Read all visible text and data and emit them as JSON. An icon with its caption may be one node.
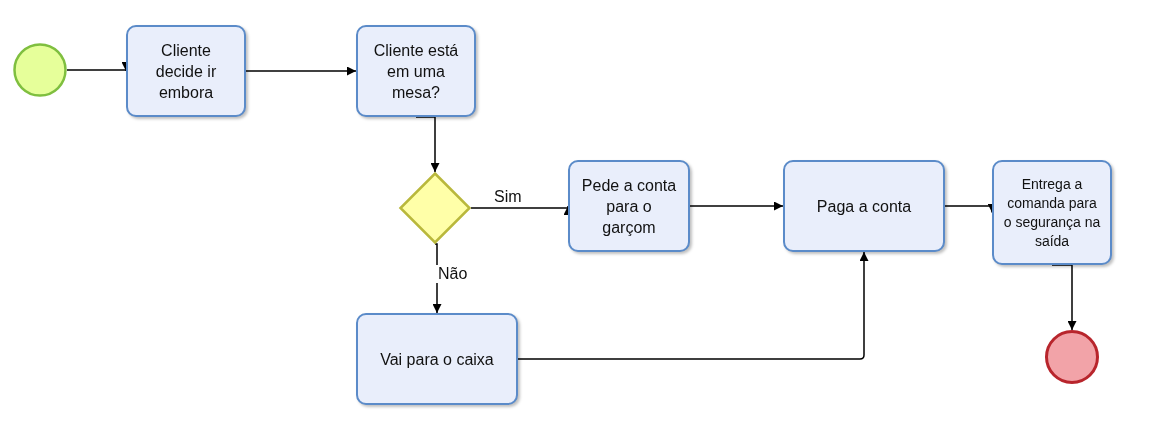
{
  "diagram": {
    "nodes": [
      {
        "text": [],
        "shape": "circle"
      },
      {
        "text": [
          "Cliente decide ir embora"
        ]
      },
      {
        "text": [
          "Cliente está em uma mesa?"
        ]
      },
      {
        "text": [],
        "shape": "diamond"
      },
      {
        "text": [
          "Pede a conta para o garçom"
        ]
      },
      {
        "text": [
          "Paga a conta"
        ]
      },
      {
        "text": [
          "Entrega a comanda para o segurança na saída"
        ]
      },
      {
        "text": [],
        "shape": "circle"
      },
      {
        "text": [
          "Vai para o caixa"
        ]
      }
    ],
    "edges": [
      {
        "from": 0,
        "to": 1,
        "arrow": "to"
      },
      {
        "from": 1,
        "to": 2,
        "arrow": "to"
      },
      {
        "from": 2,
        "to": 3,
        "arrow": "to"
      },
      {
        "from": 3,
        "to": 4,
        "arrow": "to",
        "label": "Sim"
      },
      {
        "from": 3,
        "to": 8,
        "arrow": "to",
        "label": "Não"
      },
      {
        "from": 4,
        "to": 5,
        "arrow": "to"
      },
      {
        "from": 8,
        "to": 5,
        "arrow": "to"
      },
      {
        "from": 5,
        "to": 6,
        "arrow": "to"
      },
      {
        "from": 6,
        "to": 7,
        "arrow": "to"
      }
    ]
  }
}
